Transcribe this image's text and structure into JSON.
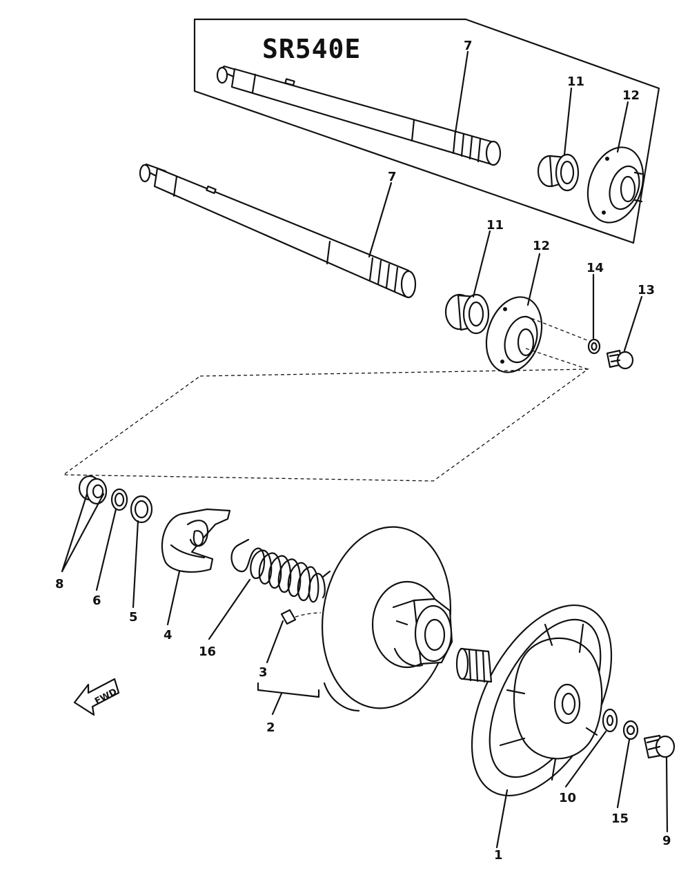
{
  "diagram": {
    "model_label": "SR540E",
    "direction_label": "FWD",
    "part_numbers": {
      "p1": "1",
      "p2": "2",
      "p3": "3",
      "p4": "4",
      "p5": "5",
      "p6": "6",
      "p7_top": "7",
      "p7_main": "7",
      "p8": "8",
      "p9": "9",
      "p10": "10",
      "p11_top": "11",
      "p11_main": "11",
      "p12_top": "12",
      "p12_main": "12",
      "p13": "13",
      "p14": "14",
      "p15": "15",
      "p16": "16"
    }
  }
}
